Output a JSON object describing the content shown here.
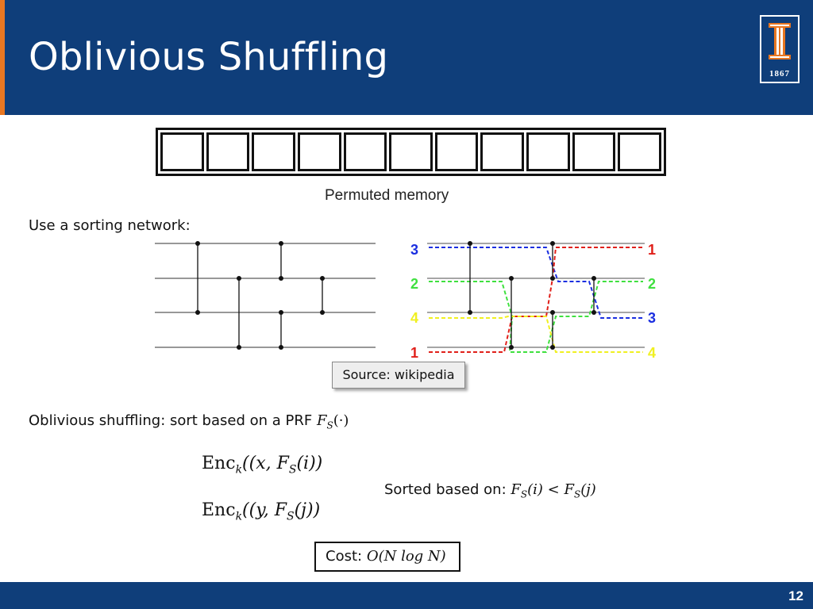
{
  "slide": {
    "title": "Oblivious Shuffling",
    "page_number": "12",
    "logo_year": "1867"
  },
  "memory": {
    "cell_count": 11,
    "caption": "Permuted memory"
  },
  "sorting": {
    "intro": "Use a sorting network:",
    "source_label": "Source: wikipedia",
    "left_labels": [
      "3",
      "2",
      "4",
      "1"
    ],
    "right_labels": [
      "1",
      "2",
      "3",
      "4"
    ]
  },
  "shuffling": {
    "text": "Oblivious shuffling: sort based on a PRF ",
    "prf": "F",
    "prf_sub": "S",
    "prf_arg": "(·)"
  },
  "encodings": {
    "enc1": "Enc",
    "enc1_sub": "k",
    "enc1_args": "((x, F",
    "enc1_args_sub": "S",
    "enc1_tail": "(i))",
    "enc2": "Enc",
    "enc2_sub": "k",
    "enc2_args": "((y, F",
    "enc2_args_sub": "S",
    "enc2_tail": "(j))"
  },
  "sorted": {
    "label": "Sorted based on: ",
    "expr_a": "F",
    "expr_a_sub": "S",
    "expr_a_arg": "(i) < F",
    "expr_b_sub": "S",
    "expr_b_arg": "(j)"
  },
  "cost": {
    "label": "Cost: ",
    "expr": "O(N log N)"
  },
  "colors": {
    "header": "#0f3e7a",
    "accent": "#e87722",
    "wire_blue": "#1a2ee0",
    "wire_red": "#e0201a",
    "wire_green": "#3fe03f",
    "wire_yellow": "#f0f020"
  }
}
